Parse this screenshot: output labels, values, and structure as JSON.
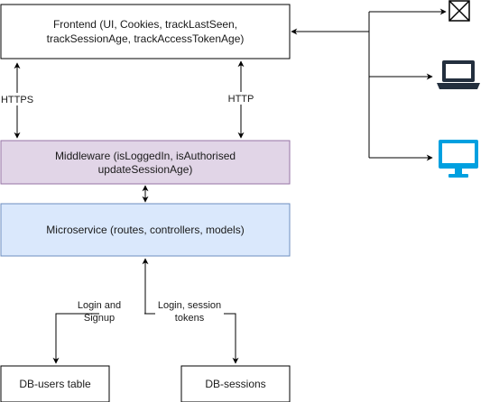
{
  "nodes": {
    "frontend": {
      "line1": "Frontend (UI, Cookies, trackLastSeen,",
      "line2": "trackSessionAge, trackAccessTokenAge)"
    },
    "middleware": {
      "line1": "Middleware (isLoggedIn, isAuthorised",
      "line2": "updateSessionAge)",
      "fill": "#e1d5e7",
      "stroke": "#9673a6"
    },
    "microservice": {
      "label": "Microservice (routes, controllers, models)",
      "fill": "#dae8fc",
      "stroke": "#6c8ebf"
    },
    "db_users": {
      "label": "DB-users table"
    },
    "db_sessions": {
      "label": "DB-sessions"
    }
  },
  "edges": {
    "https": "HTTPS",
    "http": "HTTP",
    "login_signup": {
      "line1": "Login and",
      "line2": "Signup"
    },
    "login_session": {
      "line1": "Login, session",
      "line2": "tokens"
    }
  },
  "clients": {
    "unknown": {
      "icon": "crossed-box-icon"
    },
    "laptop": {
      "icon": "laptop-icon",
      "color": "#232f3e"
    },
    "desktop": {
      "icon": "desktop-monitor-icon",
      "color": "#00a0e0"
    }
  }
}
